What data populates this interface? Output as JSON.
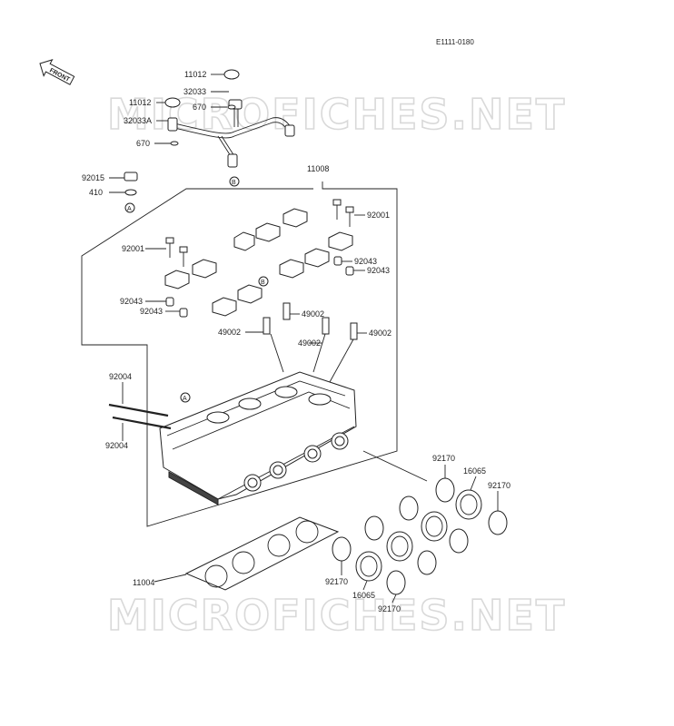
{
  "diagram": {
    "code": "E1111-0180",
    "front_label": "FRONT",
    "watermark": "MICROFICHES.NET",
    "ref_a": "A",
    "ref_b": "B"
  },
  "labels": {
    "p11012_top": "11012",
    "p32033": "32033",
    "p670_top": "670",
    "p11012_left": "11012",
    "p32033a": "32033A",
    "p670_left": "670",
    "p11008": "11008",
    "p92015": "92015",
    "p410": "410",
    "p92001_right": "92001",
    "p92001_left": "92001",
    "p92043_r1": "92043",
    "p92043_r2": "92043",
    "p92043_l1": "92043",
    "p92043_l2": "92043",
    "p49002_mid": "49002",
    "p49002_left": "49002",
    "p49002_center": "49002",
    "p49002_right": "49002",
    "p92004_top": "92004",
    "p92004_bottom": "92004",
    "p92170_top": "92170",
    "p16065_top": "16065",
    "p92170_right": "92170",
    "p92170_bottom1": "92170",
    "p16065_bottom": "16065",
    "p92170_bottom2": "92170",
    "p11004": "11004"
  }
}
